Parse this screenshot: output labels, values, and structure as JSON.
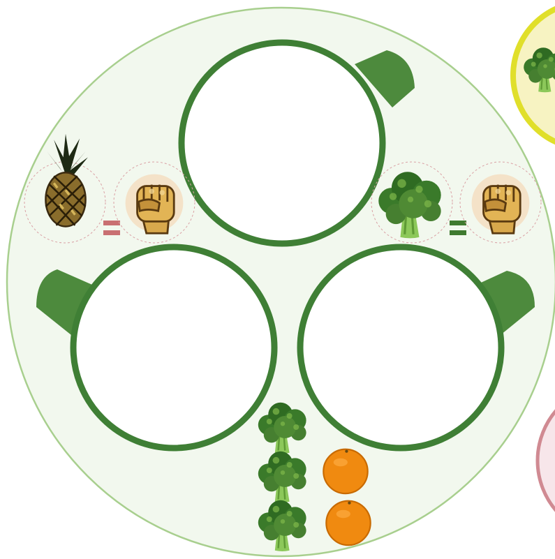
{
  "plate": {
    "fill": "#f2f8ee",
    "rim": "#a8cf8e"
  },
  "bowls": [
    {
      "name": "bowl-top",
      "handle_side": "right"
    },
    {
      "name": "bowl-left",
      "handle_side": "left"
    },
    {
      "name": "bowl-right",
      "handle_side": "right"
    }
  ],
  "serving_guides": [
    {
      "food": "pineapple",
      "equals": "fist",
      "equals_color": "#c97072"
    },
    {
      "food": "broccoli",
      "equals": "fist",
      "equals_color": "#3f7a2f"
    }
  ],
  "bottom_items": {
    "broccoli_count": 3,
    "orange_count": 2
  },
  "side_circles": [
    {
      "name": "yellow-edge-circle",
      "border": "#e0df2a",
      "fill": "#f7f3c2",
      "contains": "broccoli"
    },
    {
      "name": "pink-edge-circle",
      "border": "#d08a92",
      "fill": "#f7e6ea",
      "contains": ""
    }
  ],
  "colors": {
    "bowl_stroke": "#3f7f35",
    "bowl_fill": "#ffffff",
    "handle": "#4d8a3d",
    "broccoli_dark": "#2f6b22",
    "broccoli_light": "#7fb84a",
    "orange": "#f08a10",
    "orange_dark": "#c86a00",
    "pineapple": "#8a6d2c",
    "fist": "#d8a84c"
  }
}
